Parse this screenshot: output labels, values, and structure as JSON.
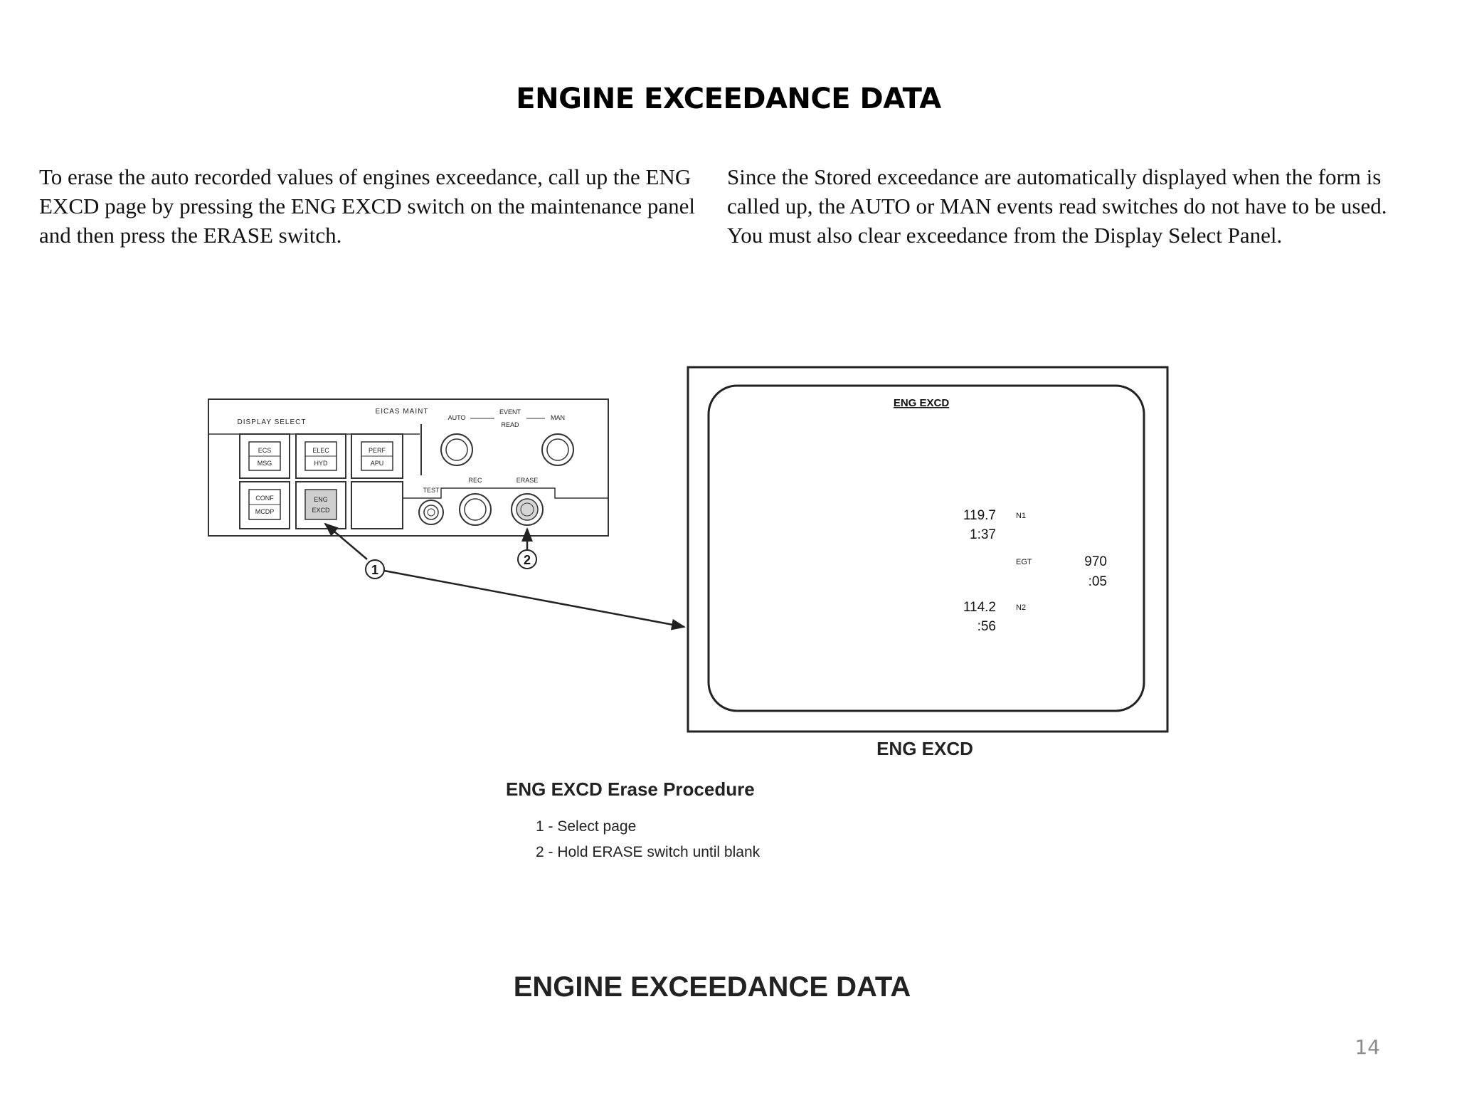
{
  "page": {
    "title": "ENGINE EXCEEDANCE DATA",
    "paragraph_left": "To erase the auto recorded values of engines exceedance, call up the ENG EXCD page by pressing the ENG EXCD switch on the maintenance panel and then press the ERASE switch.",
    "paragraph_right": "Since the  Stored exceedance are automatically displayed when the form is called up, the AUTO or MAN events read switches do not have to be used. You must also clear exceedance from the Display Select Panel.",
    "page_number": "14"
  },
  "figure": {
    "panel": {
      "display_select_label": "DISPLAY SELECT",
      "eicas_maint_label": "EICAS MAINT",
      "auto_label": "AUTO",
      "event_label": "EVENT",
      "read_label": "READ",
      "man_label": "MAN",
      "test_label": "TEST",
      "rec_label": "REC",
      "erase_label": "ERASE",
      "buttons": {
        "ecs": [
          "ECS",
          "MSG"
        ],
        "elec": [
          "ELEC",
          "HYD"
        ],
        "perf": [
          "PERF",
          "APU"
        ],
        "conf": [
          "CONF",
          "MCDP"
        ],
        "eng": [
          "ENG",
          "EXCD"
        ]
      },
      "callout_1": "1",
      "callout_2": "2"
    },
    "screen": {
      "heading": "ENG EXCD",
      "n1_value": "119.7",
      "n1_time": "1:37",
      "n1_label": "N1",
      "egt_label": "EGT",
      "egt_value": "970",
      "egt_time": ":05",
      "n2_value": "114.2",
      "n2_time": ":56",
      "n2_label": "N2",
      "caption": "ENG EXCD"
    },
    "procedure": {
      "title": "ENG EXCD Erase Procedure",
      "step_1": "1 - Select page",
      "step_2": "2 - Hold ERASE switch until blank"
    },
    "bottom_caption": "ENGINE EXCEEDANCE DATA"
  }
}
